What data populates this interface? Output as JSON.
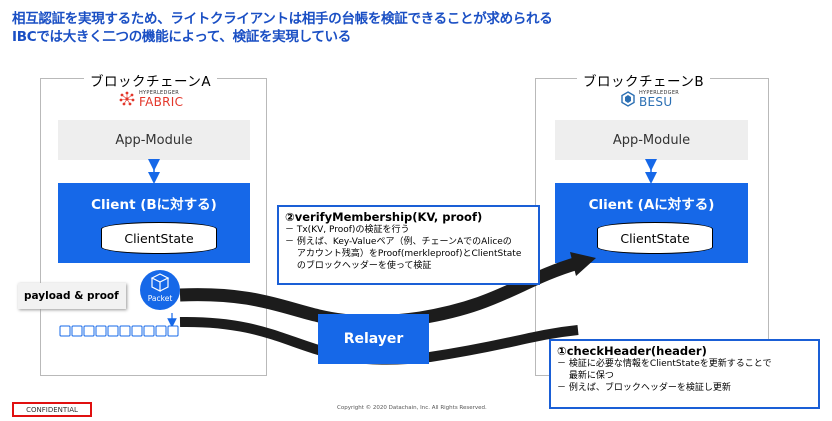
{
  "title": {
    "line1": "相互認証を実現するため、ライトクライアントは相手の台帳を検証できることが求められる",
    "line2": "IBCでは大きく二つの機能によって、検証を実現している"
  },
  "chain_a": {
    "label": "ブロックチェーンA",
    "logo_small": "HYPERLEDGER",
    "logo_big": "FABRIC",
    "app_module": "App-Module",
    "client": "Client (Bに対する)",
    "client_state": "ClientState",
    "packet": "Packet",
    "callout": "payload & proof"
  },
  "chain_b": {
    "label": "ブロックチェーンB",
    "logo_small": "HYPERLEDGER",
    "logo_big": "BESU",
    "app_module": "App-Module",
    "client": "Client (Aに対する)",
    "client_state": "ClientState"
  },
  "relayer": "Relayer",
  "verify_note": {
    "heading": "②verifyMembership(KV, proof)",
    "lines": [
      "－ Tx(KV, Proof)の検証を行う",
      "－ 例えば、Key-Valueペア（例、チェーンAでのAliceの",
      "　 アカウント残高）をProof(merkleproof)とClientState",
      "　 のブロックヘッダーを使って検証"
    ]
  },
  "check_note": {
    "heading": "①checkHeader(header)",
    "lines": [
      "－ 検証に必要な情報をClientStateを更新することで",
      "　 最新に保つ",
      "－ 例えば、ブロックヘッダーを検証し更新"
    ]
  },
  "footer": {
    "confidential": "CONFIDENTIAL",
    "copyright": "Copyright © 2020 Datachain, Inc.  All Rights Reserved."
  },
  "colors": {
    "title": "#1a4fc4",
    "primary_blue": "#1668e8",
    "gray_box": "#eeeeee",
    "curve": "#1c1c1c",
    "confidential_border": "#e01010"
  }
}
